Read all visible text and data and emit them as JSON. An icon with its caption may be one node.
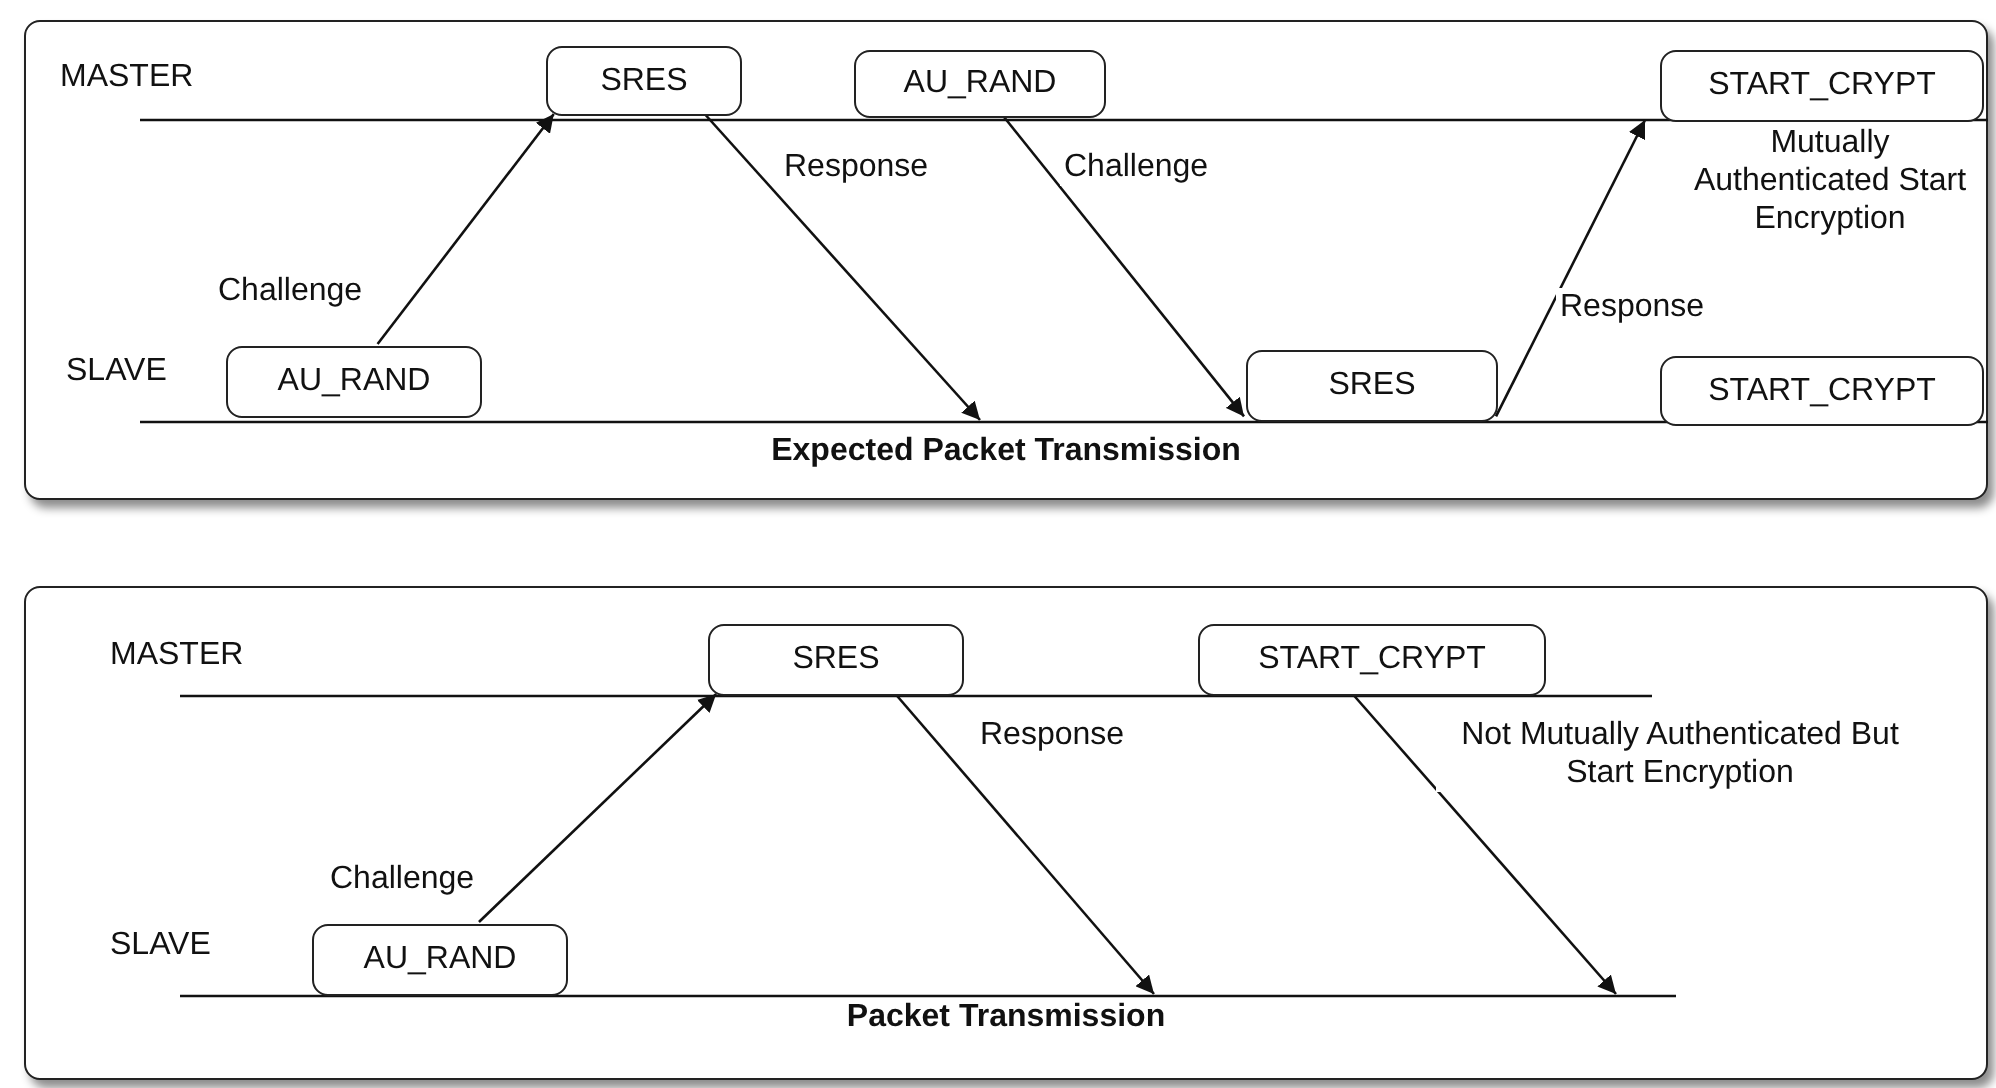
{
  "diagram": {
    "nodes": [
      {
        "text": [
          "Expected Packet Transmission"
        ]
      },
      {
        "text": [
          "SRES"
        ],
        "in": 0
      },
      {
        "text": [
          "AU_RAND"
        ],
        "in": 0
      },
      {
        "text": [
          "START_CRYPT"
        ],
        "in": 0,
        "beside": [
          "Mutually Authenticated Start Encryption"
        ]
      },
      {
        "text": [
          "AU_RAND"
        ],
        "in": 0
      },
      {
        "text": [
          "SRES"
        ],
        "in": 0
      },
      {
        "text": [
          "START_CRYPT"
        ],
        "in": 0
      },
      {
        "text": [
          "Packet Transmission"
        ]
      },
      {
        "text": [
          "SRES"
        ],
        "in": 7
      },
      {
        "text": [
          "START_CRYPT"
        ],
        "in": 7
      },
      {
        "text": [
          "AU_RAND"
        ],
        "in": 7
      }
    ],
    "edges": [
      {
        "from": 4,
        "to": 1,
        "arrow": "to",
        "label": "Challenge"
      },
      {
        "from": 1,
        "to": null,
        "arrow": "to",
        "label": "Response"
      },
      {
        "from": 2,
        "to": 5,
        "arrow": "to",
        "label": "Challenge"
      },
      {
        "from": 5,
        "to": 3,
        "arrow": "to",
        "label": "Response"
      },
      {
        "from": 10,
        "to": 8,
        "arrow": "to",
        "label": "Challenge"
      },
      {
        "from": 8,
        "to": null,
        "arrow": "to",
        "label": "Response"
      },
      {
        "from": 9,
        "to": null,
        "arrow": "to",
        "label": "Not Mutually Authenticated But Start Encryption"
      }
    ],
    "labels": [
      "MASTER",
      "SLAVE",
      "MASTER",
      "SLAVE"
    ]
  }
}
